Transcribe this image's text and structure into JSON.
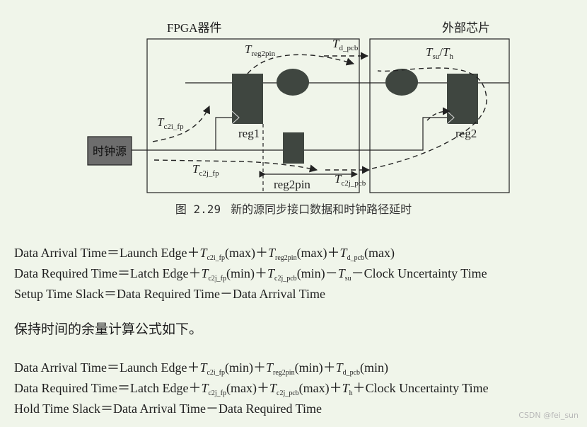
{
  "diagram": {
    "fpga_label": "FPGA器件",
    "chip_label": "外部芯片",
    "clock_source": "时钟源",
    "reg1": "reg1",
    "reg2": "reg2",
    "reg2pin": "reg2pin",
    "t_reg2pin": {
      "main": "T",
      "sub": "reg2pin"
    },
    "t_d_pcb": {
      "main": "T",
      "sub": "d_pcb"
    },
    "t_su_h": {
      "main1": "T",
      "sub1": "su",
      "slash": "/",
      "main2": "T",
      "sub2": "h"
    },
    "t_c2i_fp": {
      "main": "T",
      "sub": "c2i_fp"
    },
    "t_c2j_fp": {
      "main": "T",
      "sub": "c2j_fp"
    },
    "t_c2j_pcb": {
      "main": "T",
      "sub": "c2j_pcb"
    }
  },
  "caption": {
    "number": "图 2.29",
    "text": "新的源同步接口数据和时钟路径延时"
  },
  "setup": {
    "line1": {
      "a": "Data Arrival Time＝Launch Edge＋",
      "t1": "T",
      "s1": "c2i_fp",
      "m1": "(max)＋",
      "t2": "T",
      "s2": "reg2pin",
      "m2": "(max)＋",
      "t3": "T",
      "s3": "d_pcb",
      "m3": "(max)"
    },
    "line2": {
      "a": "Data Required Time＝Latch Edge＋",
      "t1": "T",
      "s1": "c2j_fp",
      "m1": "(min)＋",
      "t2": "T",
      "s2": "c2j_pcb",
      "m2": "(min)－",
      "t3": "T",
      "s3": "su",
      "m3": "－Clock Uncertainty Time"
    },
    "line3": "Setup Time Slack＝Data Required Time－Data Arrival Time"
  },
  "hold_heading": "保持时间的余量计算公式如下。",
  "hold": {
    "line1": {
      "a": "Data Arrival Time＝Launch Edge＋",
      "t1": "T",
      "s1": "c2i_fp",
      "m1": "(min)＋",
      "t2": "T",
      "s2": "reg2pin",
      "m2": "(min)＋",
      "t3": "T",
      "s3": "d_pcb",
      "m3": "(min)"
    },
    "line2": {
      "a": "Data Required Time＝Latch Edge＋",
      "t1": "T",
      "s1": "c2j_fp",
      "m1": "(max)＋",
      "t2": "T",
      "s2": "c2j_pcb",
      "m2": "(max)＋",
      "t3": "T",
      "s3": "h",
      "m3": "＋Clock Uncertainty Time"
    },
    "line3": "Hold Time Slack＝Data Arrival Time－Data Required Time"
  },
  "watermark": "CSDN @fei_sun"
}
